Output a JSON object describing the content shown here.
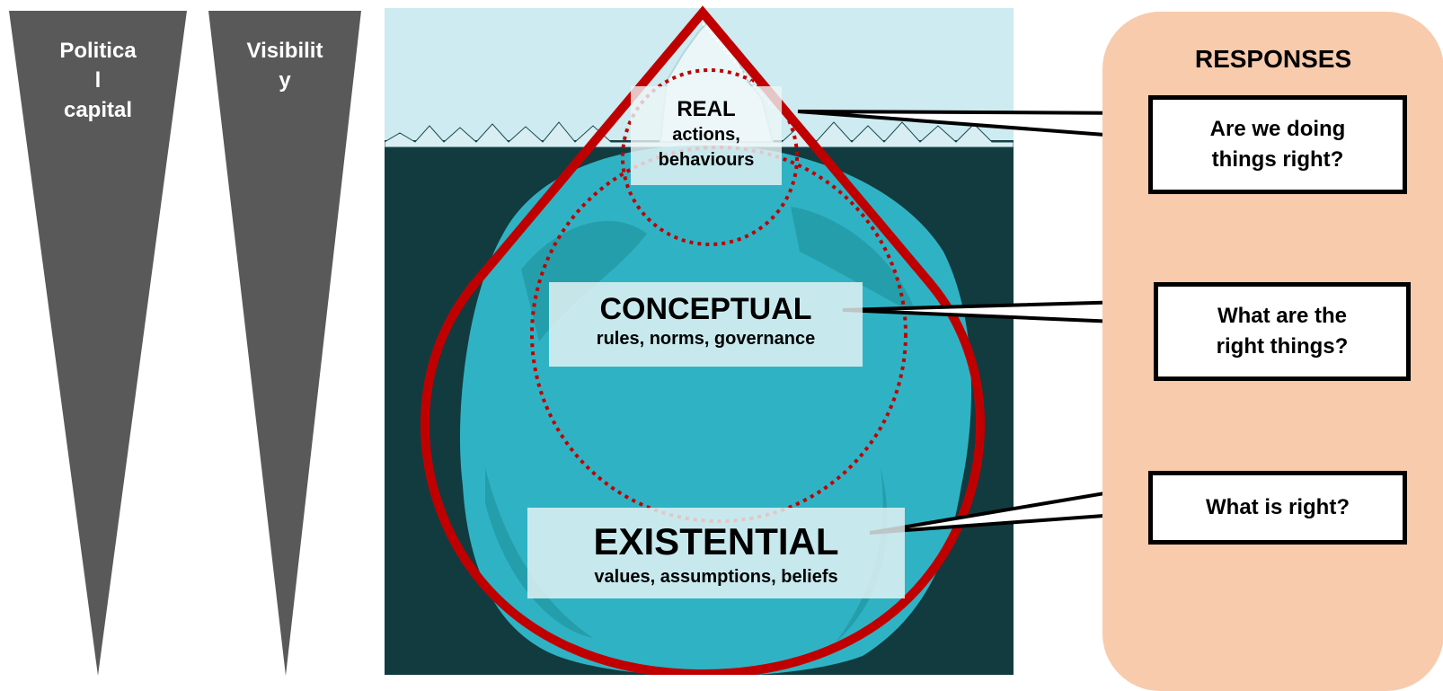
{
  "wedges": [
    {
      "label": "Politica\nl\ncapital",
      "color": "#595959"
    },
    {
      "label": "Visibilit\ny",
      "color": "#595959"
    }
  ],
  "layers": {
    "real": {
      "title": "REAL",
      "subtitle": "actions,\nbehaviours"
    },
    "conceptual": {
      "title": "CONCEPTUAL",
      "subtitle": "rules, norms, governance"
    },
    "existential": {
      "title": "EXISTENTIAL",
      "subtitle": "values, assumptions, beliefs"
    }
  },
  "responses": {
    "title": "RESPONSES",
    "questions": [
      "Are we doing\nthings right?",
      "What are the\nright things?",
      "What is right?"
    ]
  },
  "colors": {
    "sky": "#cdebf0",
    "water": "#123b40",
    "ice": "#2fb3c4",
    "drop_outline": "#c00000",
    "panel": "#f8cbad",
    "wedge": "#595959"
  }
}
